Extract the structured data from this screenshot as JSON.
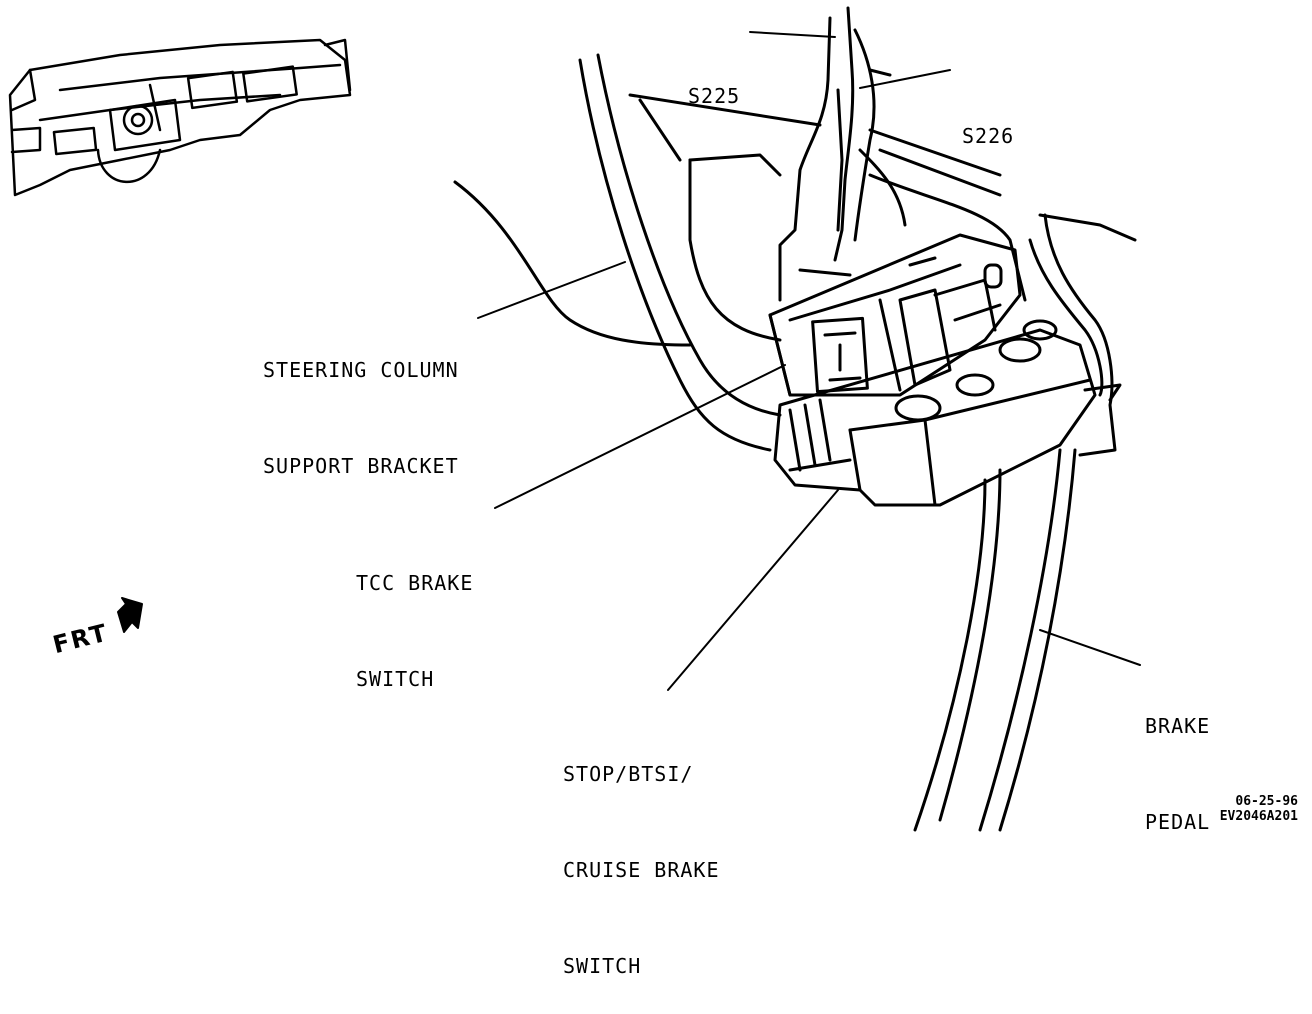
{
  "callouts": {
    "s225": "S225",
    "s226": "S226",
    "steering_bracket": [
      "STEERING COLUMN",
      "SUPPORT BRACKET"
    ],
    "tcc_switch": [
      "TCC BRAKE",
      "SWITCH"
    ],
    "stop_switch": [
      "STOP/BTSI/",
      "CRUISE BRAKE",
      "SWITCH"
    ],
    "brake_pedal": [
      "BRAKE",
      "PEDAL"
    ]
  },
  "orientation": {
    "frt": "FRT"
  },
  "stamp": {
    "date": "06-25-96",
    "code": "EV2046A201"
  }
}
